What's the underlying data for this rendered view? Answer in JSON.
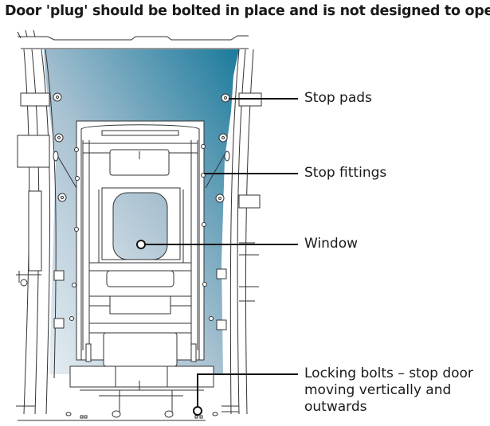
{
  "title": "Door 'plug' should be bolted in place and is not designed to open",
  "labels": {
    "stop_pads": "Stop pads",
    "stop_fittings": "Stop fittings",
    "window": "Window",
    "locking_bolts_line1": "Locking bolts – stop door",
    "locking_bolts_line2": "moving vertically and",
    "locking_bolts_line3": "outwards"
  },
  "colors": {
    "gradient_dark": "#1b7a9c",
    "gradient_light": "#bfd2de",
    "line": "#333333",
    "leader": "#111111"
  }
}
